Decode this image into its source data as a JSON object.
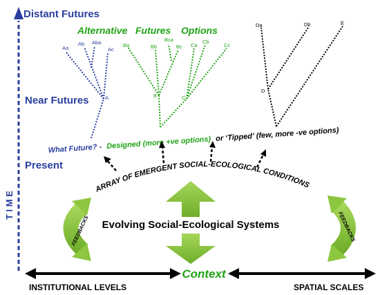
{
  "time_axis": {
    "label": "T I M E"
  },
  "levels": {
    "distant": "Distant Futures",
    "near": "Near Futures",
    "present": "Present"
  },
  "options_heading": {
    "alternative": "Alternative",
    "futures": "Futures",
    "options": "Options"
  },
  "node_labels": {
    "Aa": "Aa",
    "Ab": "Ab",
    "Aba": "Aba",
    "Ac": "Ac",
    "A": "A",
    "Ba": "Ba",
    "Bb": "Bb",
    "Bca": "Bca",
    "Bc": "Bc",
    "B": "B",
    "Ca": "Ca",
    "Cb": "Cb",
    "Cc": "Cc",
    "C": "C",
    "Da": "Da",
    "Db": "Db",
    "E": "E",
    "D": "D"
  },
  "future_line": {
    "what_future": "What Future? -",
    "designed": "Designed (more +ve options)",
    "tipped": "or ‘Tipped’ (few, more -ve options)"
  },
  "arc_text": "ARRAY OF EMERGENT SOCIAL-ECOLOGICAL CONDITIONS",
  "center_text": "Evolving Social-Ecological Systems",
  "feedbacks_left": "FEEDBACKS",
  "feedbacks_right": "FEEDBACKS",
  "context": "Context",
  "bottom_left": "INSTITUTIONAL LEVELS",
  "bottom_right": "SPATIAL SCALES",
  "colors": {
    "blue": "#2b3f9e",
    "green": "#21a315",
    "arrow_green": "#8dc63f",
    "black": "#000000"
  }
}
